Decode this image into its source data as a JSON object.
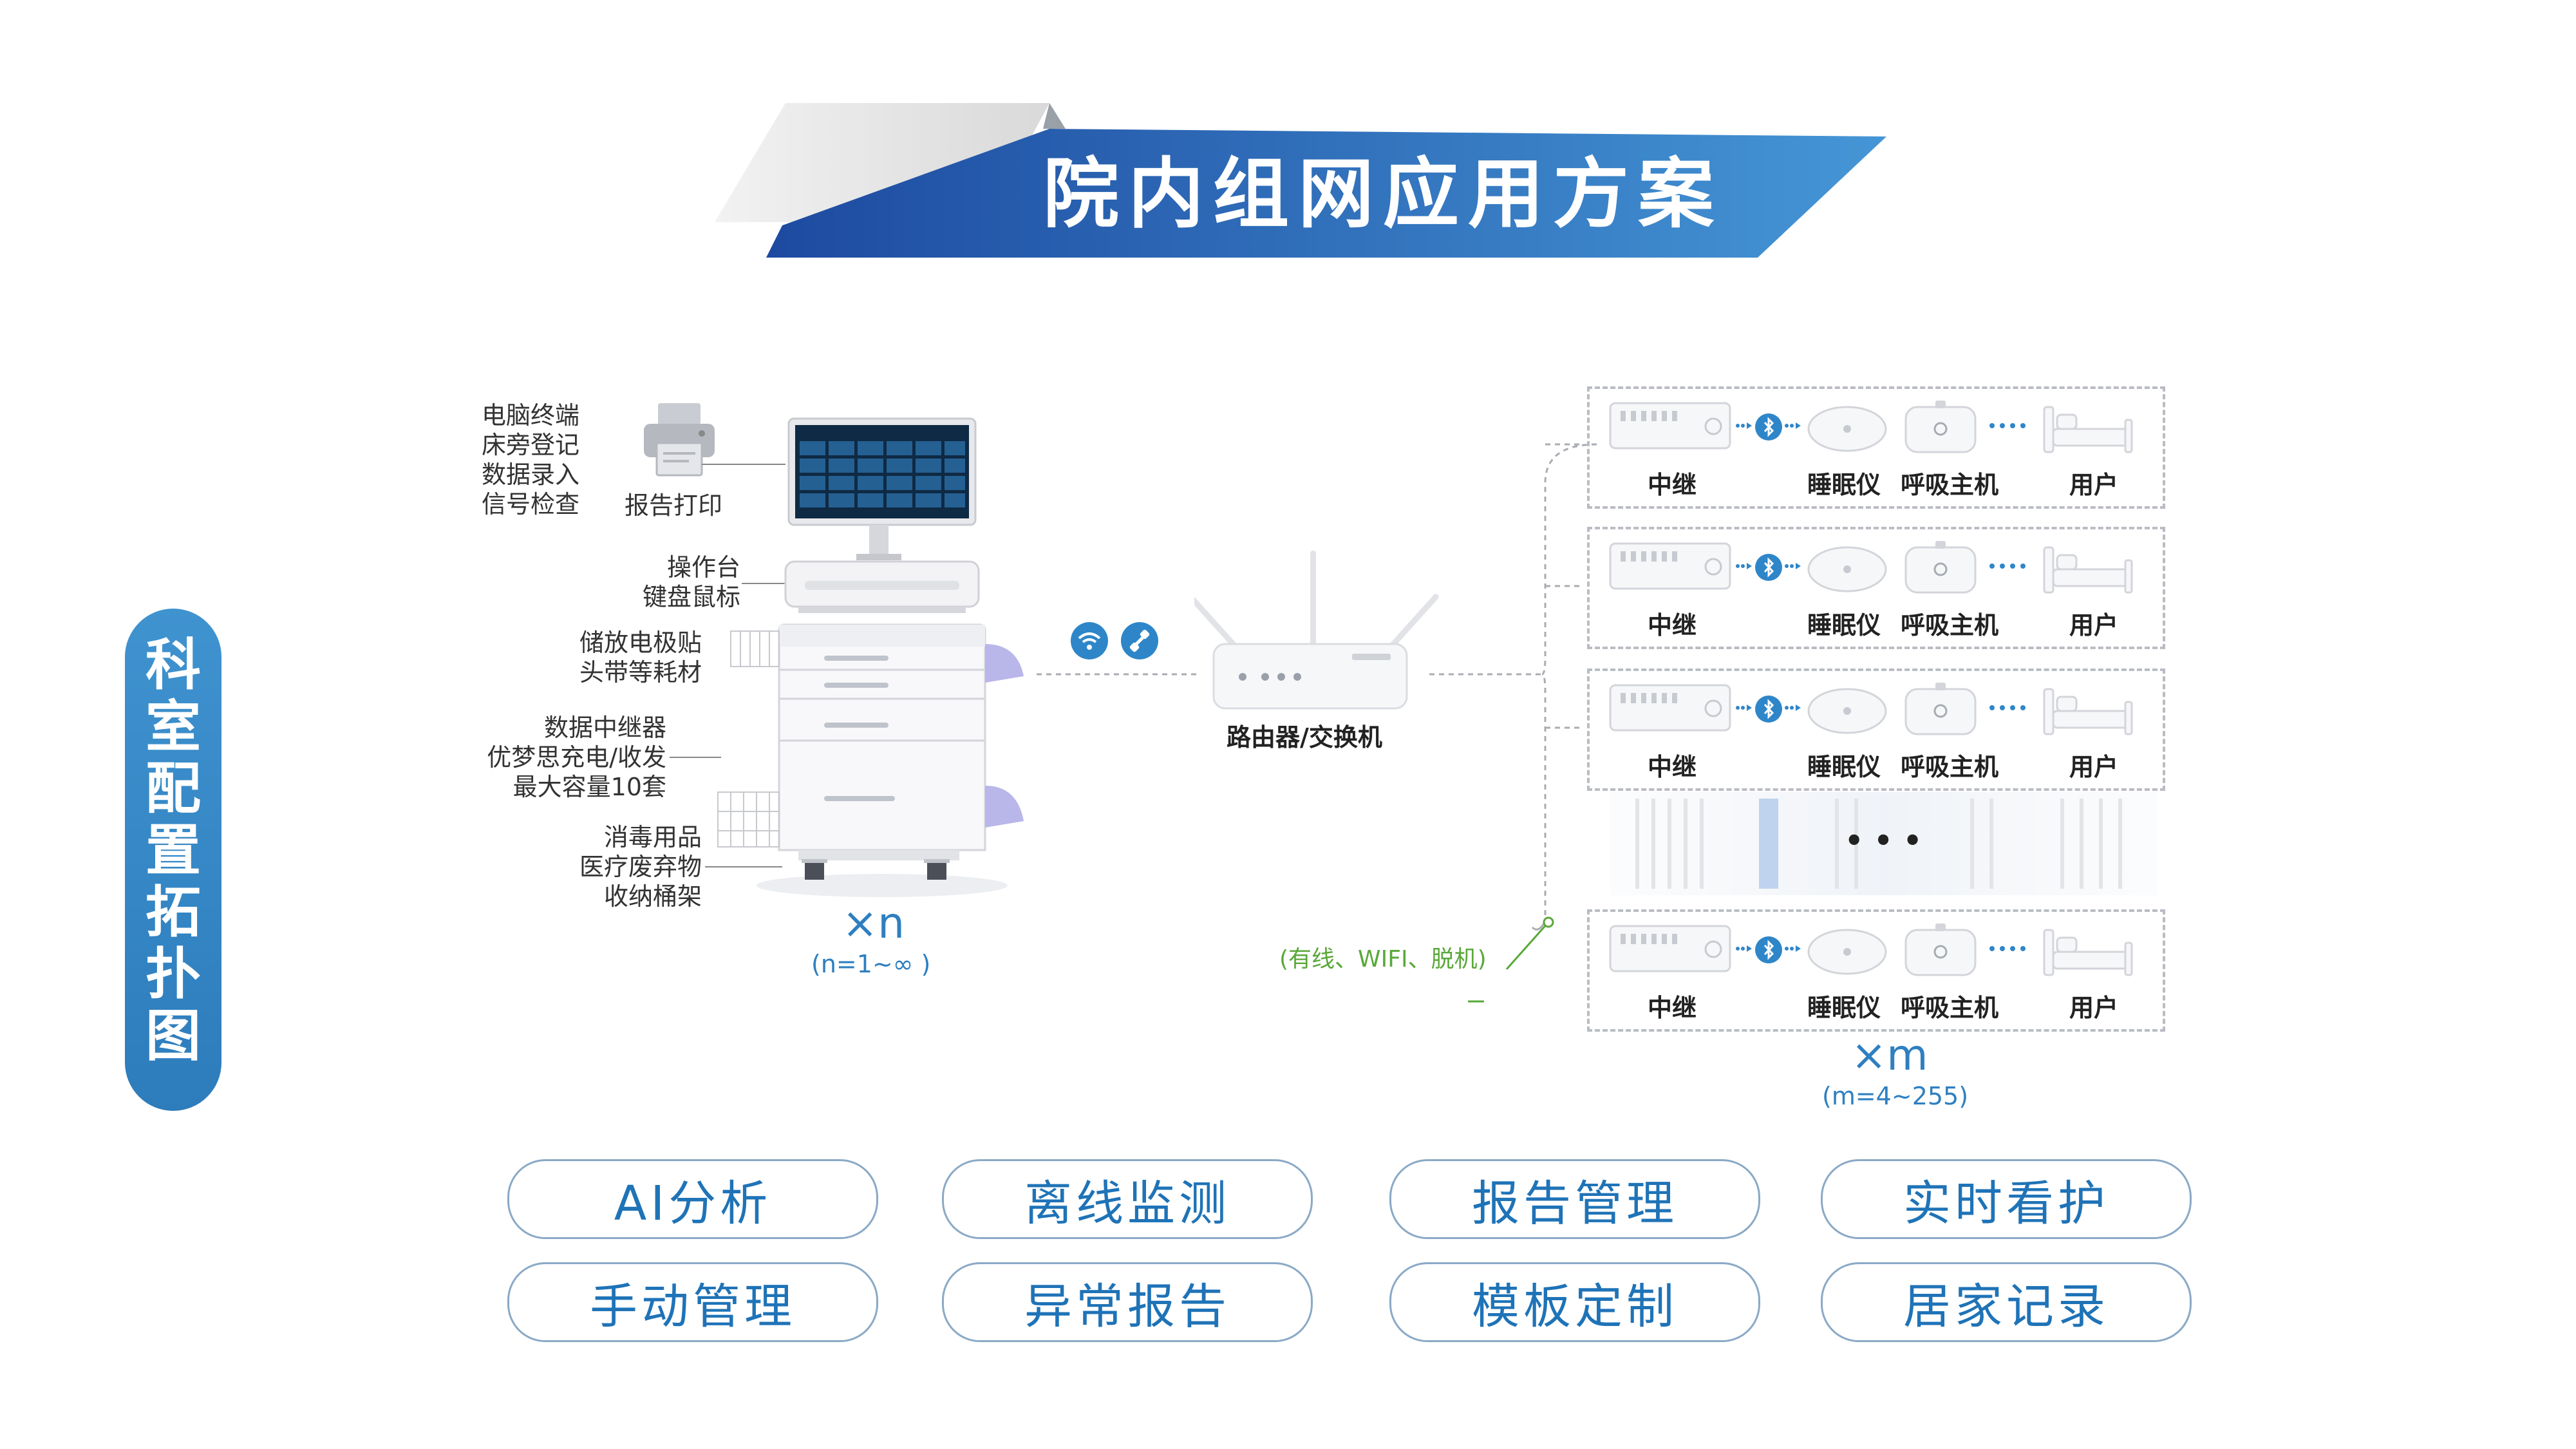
{
  "title": "院内组网应用方案",
  "side_label": "科室配置拓扑图",
  "left_labels": {
    "terminal": [
      "电脑终端",
      "床旁登记",
      "数据录入",
      "信号检查"
    ],
    "print": "报告打印",
    "console": [
      "操作台",
      "键盘鼠标"
    ],
    "storage": [
      "储放电极贴",
      "头带等耗材"
    ],
    "relay": [
      "数据中继器",
      "优梦思充电/收发",
      "最大容量10套"
    ],
    "disinfect": [
      "消毒用品",
      "医疗废弃物",
      "收纳桶架"
    ]
  },
  "cart_multiplier": "×n",
  "cart_range": "(n=1~∞ )",
  "router_label": "路由器/交换机",
  "connection_note": "(有线、WIFI、脱机)",
  "device_row": {
    "relay": "中继",
    "sleep": "睡眠仪",
    "resp": "呼吸主机",
    "user": "用户"
  },
  "rows_multiplier": "×m",
  "rows_range": "(m=4~255)",
  "ellipsis": "• • •",
  "features": [
    "AI分析",
    "离线监测",
    "报告管理",
    "实时看护",
    "手动管理",
    "异常报告",
    "模板定制",
    "居家记录"
  ],
  "colors": {
    "banner_blue": "#1f4fa6",
    "banner_light": "#3f8fd1",
    "accent": "#2e7fc0",
    "green": "#5aa83a",
    "purple_accent": "#b9b6ea"
  },
  "icons": [
    "printer-icon",
    "wifi-icon",
    "link-icon",
    "bluetooth-icon"
  ]
}
